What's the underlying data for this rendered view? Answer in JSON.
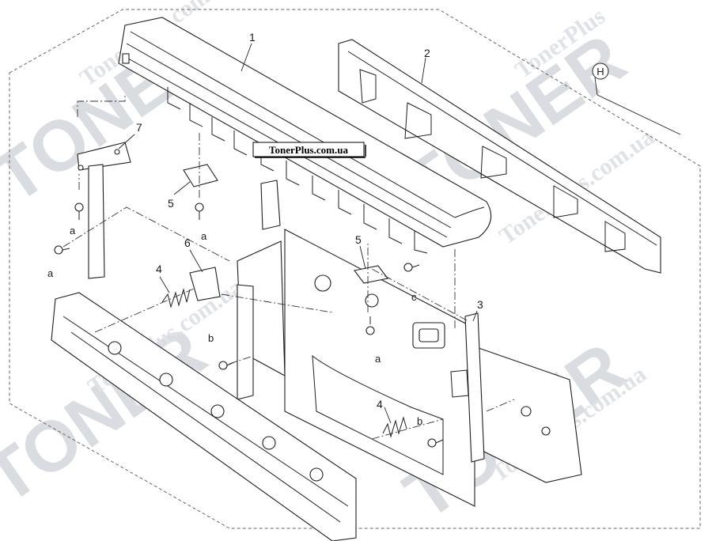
{
  "watermark": {
    "brand": "TONER",
    "site": "TonerPlus.com.ua",
    "site_short": "TonerPlus"
  },
  "banner": {
    "text": "TonerPlus.com.ua"
  },
  "callouts": {
    "p1": "1",
    "p2": "2",
    "p3": "3",
    "p4a": "4",
    "p4b": "4",
    "p5a": "5",
    "p5b": "5",
    "p6": "6",
    "p7": "7",
    "h": "H",
    "screw_a1": "a",
    "screw_a2": "a",
    "screw_a3": "a",
    "screw_a4": "a",
    "screw_b1": "b",
    "screw_b2": "b",
    "screw_c": "c"
  }
}
